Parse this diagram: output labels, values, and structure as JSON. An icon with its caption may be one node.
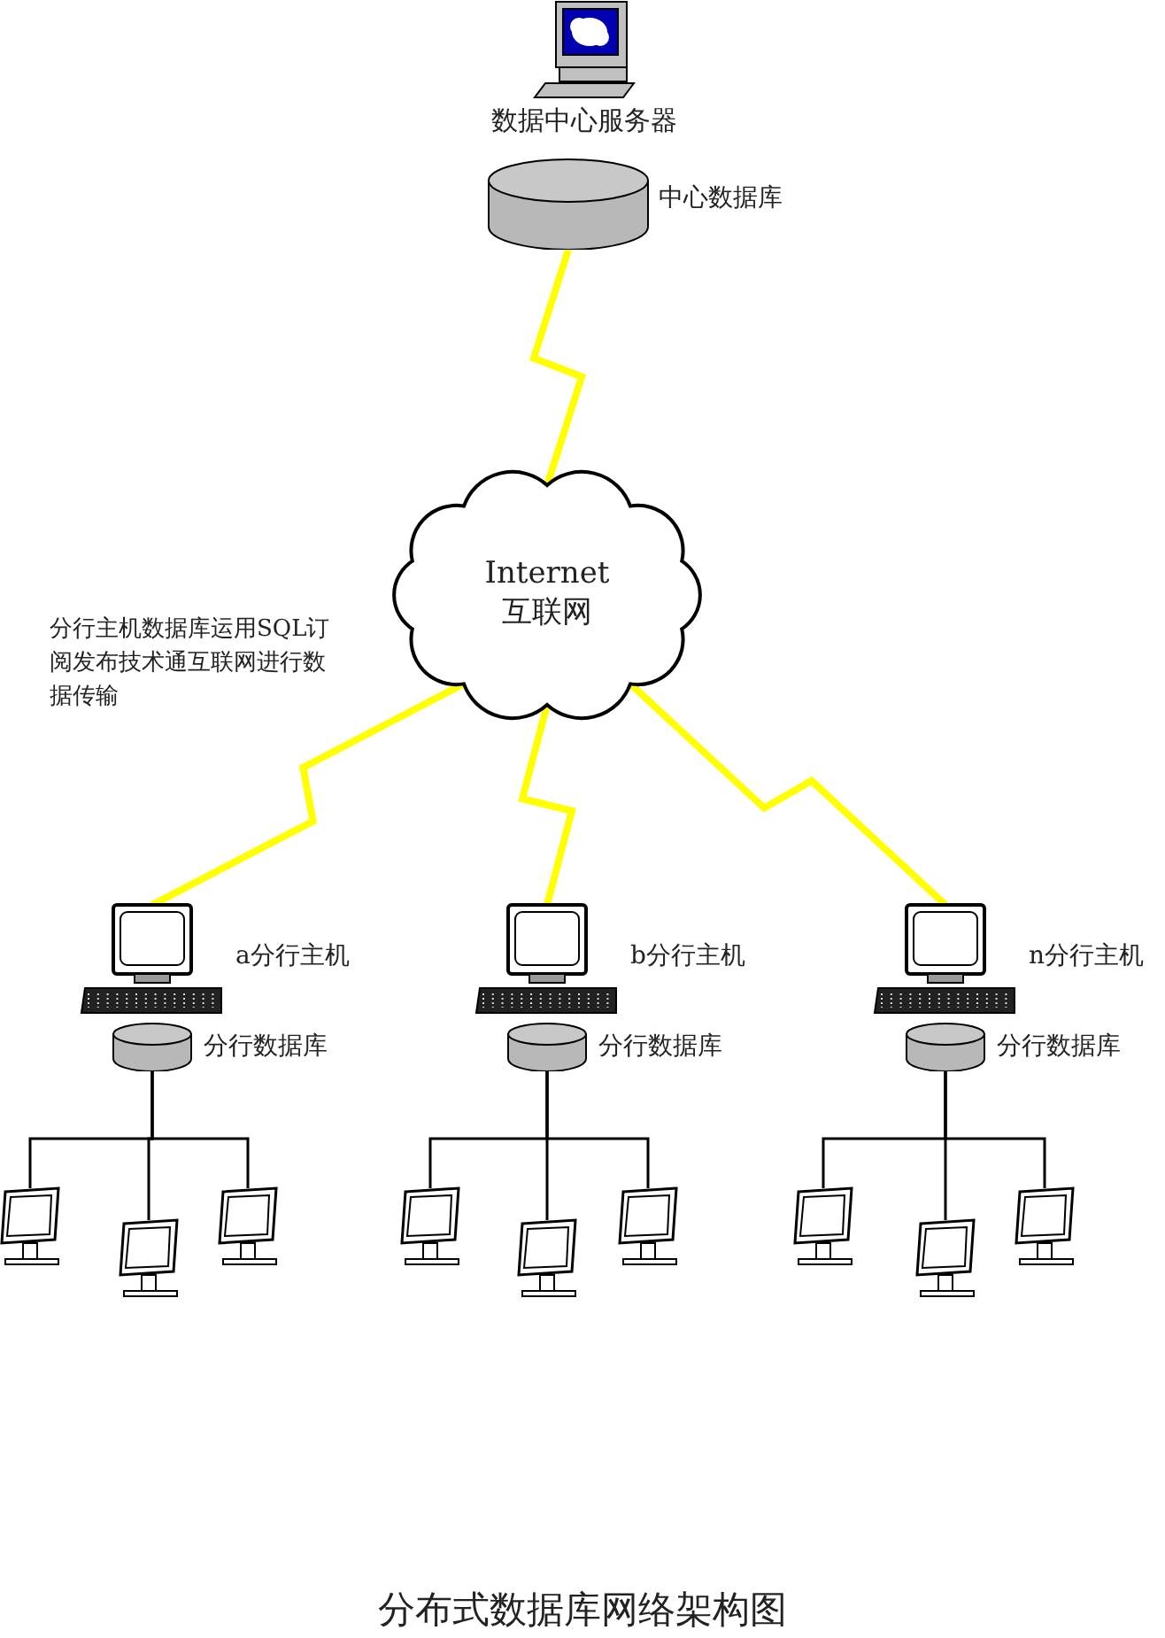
{
  "diagram": {
    "caption": "分布式数据库网络架构图",
    "nodes": [
      {
        "text": [
          "数据中心服务器"
        ]
      },
      {
        "text": [
          "中心数据库"
        ]
      },
      {
        "text": [
          "Internet",
          "互联网"
        ]
      },
      {
        "text": [
          "a分行主机"
        ]
      },
      {
        "text": [
          "b分行主机"
        ]
      },
      {
        "text": [
          "n分行主机"
        ]
      },
      {
        "text": [
          "分行数据库"
        ]
      },
      {
        "text": [
          "分行数据库"
        ]
      },
      {
        "text": [
          "分行数据库"
        ]
      },
      {
        "text": [],
        "shape": "picture"
      },
      {
        "text": [],
        "shape": "picture"
      },
      {
        "text": [],
        "shape": "picture"
      },
      {
        "text": [],
        "shape": "picture"
      },
      {
        "text": [],
        "shape": "picture"
      },
      {
        "text": [],
        "shape": "picture"
      },
      {
        "text": [],
        "shape": "picture"
      },
      {
        "text": [],
        "shape": "picture"
      },
      {
        "text": [],
        "shape": "picture"
      }
    ],
    "edges": [
      {
        "from": 1,
        "to": 2,
        "arrow": "none",
        "style": "thick",
        "color": "#ffff00"
      },
      {
        "from": 2,
        "to": 3,
        "arrow": "none",
        "style": "thick",
        "color": "#ffff00"
      },
      {
        "from": 2,
        "to": 4,
        "arrow": "none",
        "style": "thick",
        "color": "#ffff00"
      },
      {
        "from": 2,
        "to": 5,
        "arrow": "none",
        "style": "thick",
        "color": "#ffff00"
      },
      {
        "from": 6,
        "to": 9,
        "arrow": "none"
      },
      {
        "from": 6,
        "to": 10,
        "arrow": "none"
      },
      {
        "from": 6,
        "to": 11,
        "arrow": "none"
      },
      {
        "from": 7,
        "to": 12,
        "arrow": "none"
      },
      {
        "from": 7,
        "to": 13,
        "arrow": "none"
      },
      {
        "from": 7,
        "to": 14,
        "arrow": "none"
      },
      {
        "from": 8,
        "to": 15,
        "arrow": "none"
      },
      {
        "from": 8,
        "to": 16,
        "arrow": "none"
      },
      {
        "from": 8,
        "to": 17,
        "arrow": "none"
      }
    ],
    "labels": [
      "分行主机数据库运用SQL订阅发布技术通互联网进行数据传输"
    ]
  }
}
